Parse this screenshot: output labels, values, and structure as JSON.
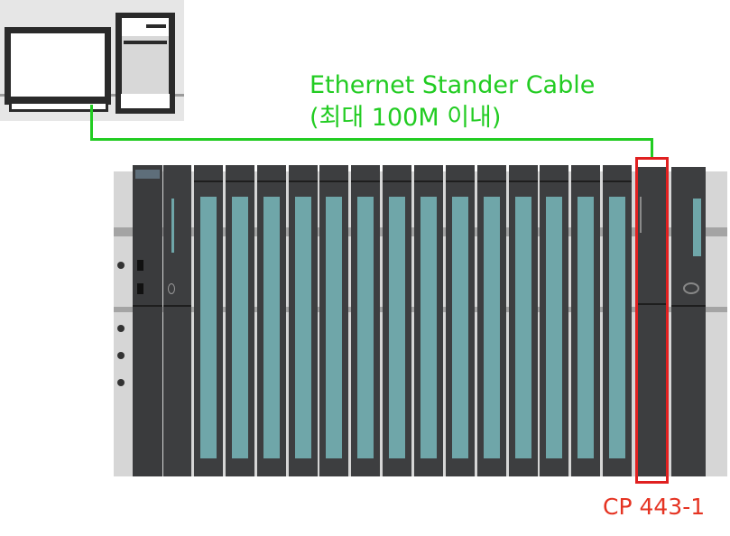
{
  "diagram": {
    "cable_label": "Ethernet Stander Cable",
    "cable_note": "(최대 100M 이내)",
    "highlighted_module_label": "CP 443-1",
    "module_slot_count": 14
  },
  "colors": {
    "cable": "#22cc22",
    "highlight": "#e02020",
    "label_red": "#e53322",
    "module_body": "#3d3e40",
    "module_window": "#6fa6a9"
  },
  "icons": {
    "computer": "pc-workstation-icon",
    "plc": "plc-rack-icon"
  }
}
